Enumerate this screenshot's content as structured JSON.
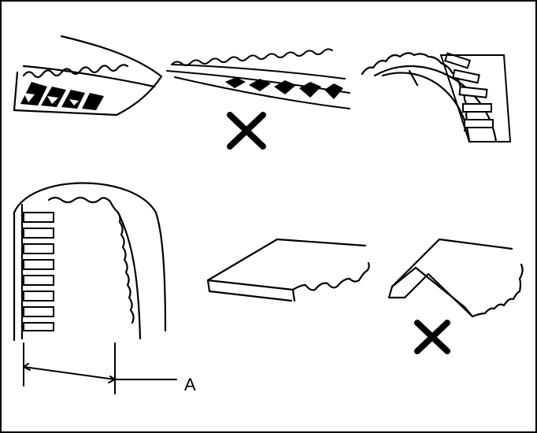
{
  "diagram": {
    "dimension_label": "A",
    "colors": {
      "ink": "#000000",
      "background": "#ffffff",
      "frame": "#000000"
    },
    "marks": [
      "wrong-mark",
      "wrong-mark"
    ]
  }
}
